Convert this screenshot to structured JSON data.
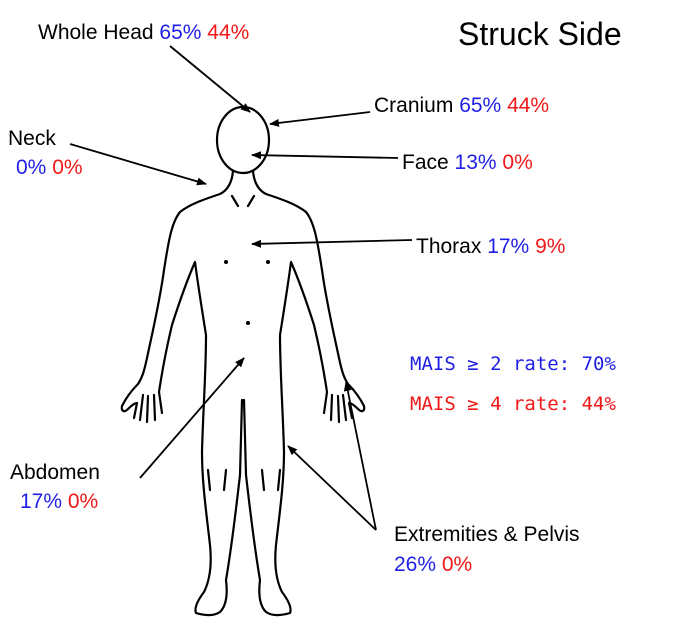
{
  "title": "Struck Side",
  "colors": {
    "blue": "#1f1fe6",
    "red": "#f01818"
  },
  "regions": [
    {
      "id": "whole-head",
      "name": "Whole Head",
      "blue": "65%",
      "red": "44%"
    },
    {
      "id": "cranium",
      "name": "Cranium",
      "blue": "65%",
      "red": "44%"
    },
    {
      "id": "neck",
      "name": "Neck",
      "blue": "0%",
      "red": "0%"
    },
    {
      "id": "face",
      "name": "Face",
      "blue": "13%",
      "red": "0%"
    },
    {
      "id": "thorax",
      "name": "Thorax",
      "blue": "17%",
      "red": "9%"
    },
    {
      "id": "abdomen",
      "name": "Abdomen",
      "blue": "17%",
      "red": "0%"
    },
    {
      "id": "extremities",
      "name": "Extremities & Pelvis",
      "blue": "26%",
      "red": "0%"
    }
  ],
  "mais": [
    {
      "label": "MAIS ≥ 2 rate: 70%",
      "color": "blue"
    },
    {
      "label": "MAIS ≥ 4 rate: 44%",
      "color": "red"
    }
  ]
}
